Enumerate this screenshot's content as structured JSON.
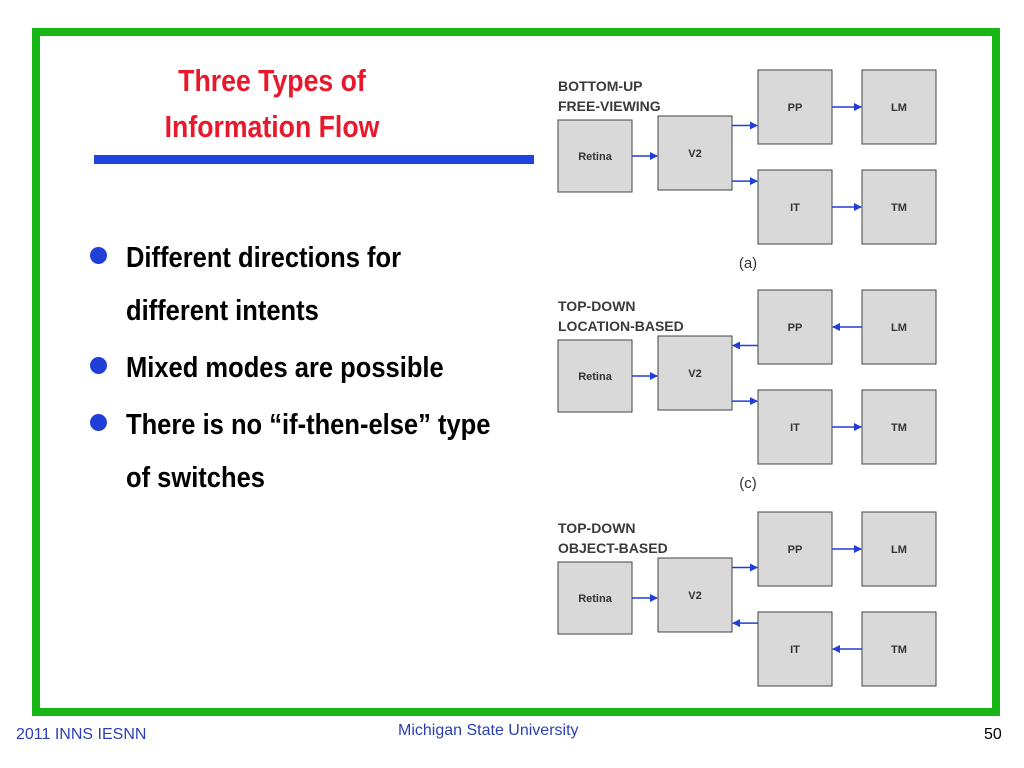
{
  "slide": {
    "title": "Three Types of Information Flow",
    "bullets": [
      {
        "text": "Different directions for different intents"
      },
      {
        "text": "Mixed modes are possible"
      },
      {
        "text": "There is no “if-then-else” type of switches"
      }
    ]
  },
  "diagrams": [
    {
      "heading_line1": "BOTTOM-UP",
      "heading_line2": "FREE-VIEWING",
      "caption": "(a)",
      "boxes": {
        "retina": "Retina",
        "v2": "V2",
        "pp": "PP",
        "lm": "LM",
        "it": "IT",
        "tm": "TM"
      },
      "flow": {
        "retina_v2": "right",
        "v2_pp": "right",
        "v2_it": "right",
        "pp_lm": "right",
        "it_tm": "right"
      }
    },
    {
      "heading_line1": "TOP-DOWN",
      "heading_line2": "LOCATION-BASED",
      "caption": "(c)",
      "boxes": {
        "retina": "Retina",
        "v2": "V2",
        "pp": "PP",
        "lm": "LM",
        "it": "IT",
        "tm": "TM"
      },
      "flow": {
        "retina_v2": "right",
        "v2_pp": "left",
        "v2_it": "right",
        "pp_lm": "left",
        "it_tm": "right"
      }
    },
    {
      "heading_line1": "TOP-DOWN",
      "heading_line2": "OBJECT-BASED",
      "caption": "",
      "boxes": {
        "retina": "Retina",
        "v2": "V2",
        "pp": "PP",
        "lm": "LM",
        "it": "IT",
        "tm": "TM"
      },
      "flow": {
        "retina_v2": "right",
        "v2_pp": "right",
        "v2_it": "left",
        "pp_lm": "right",
        "it_tm": "left"
      }
    }
  ],
  "footer": {
    "left": "2011 INNS IESNN",
    "center": "Michigan State University",
    "page_number": "50"
  },
  "colors": {
    "frame": "#17b614",
    "title": "#e8192c",
    "rule": "#1f43e0",
    "bullet": "#1f3fd8",
    "arrow": "#1f3fd8",
    "box_fill": "#d9d9d9",
    "footer": "#2a3fb5"
  }
}
